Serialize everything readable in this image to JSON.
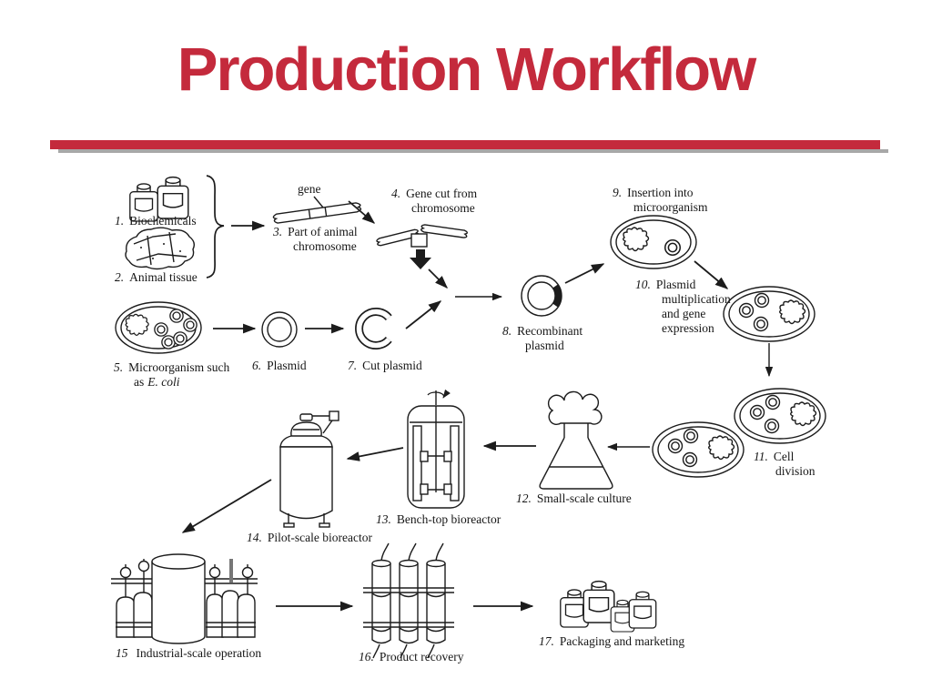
{
  "slide": {
    "title": "Production Workflow",
    "accent_color": "#c42a3c",
    "shadow_color": "#a8a8a8"
  },
  "diagram": {
    "gene_label": "gene",
    "steps": [
      {
        "num": "1.",
        "lines": [
          "Biochemicals"
        ]
      },
      {
        "num": "2.",
        "lines": [
          "Animal tissue"
        ]
      },
      {
        "num": "3.",
        "lines": [
          "Part of animal",
          "chromosome"
        ]
      },
      {
        "num": "4.",
        "lines": [
          "Gene cut from",
          "chromosome"
        ]
      },
      {
        "num": "5.",
        "lines": [
          "Microorganism such"
        ],
        "line2_prefix": "as",
        "line2_italic": "E. coli"
      },
      {
        "num": "6.",
        "lines": [
          "Plasmid"
        ]
      },
      {
        "num": "7.",
        "lines": [
          "Cut plasmid"
        ]
      },
      {
        "num": "8.",
        "lines": [
          "Recombinant",
          "plasmid"
        ]
      },
      {
        "num": "9.",
        "lines": [
          "Insertion into",
          "microorganism"
        ]
      },
      {
        "num": "10.",
        "lines": [
          "Plasmid",
          "multiplication",
          "and gene",
          "expression"
        ]
      },
      {
        "num": "11.",
        "lines": [
          "Cell",
          "division"
        ]
      },
      {
        "num": "12.",
        "lines": [
          "Small-scale culture"
        ]
      },
      {
        "num": "13.",
        "lines": [
          "Bench-top bioreactor"
        ]
      },
      {
        "num": "14.",
        "lines": [
          "Pilot-scale bioreactor"
        ]
      },
      {
        "num": "15",
        "lines": [
          "Industrial-scale operation"
        ]
      },
      {
        "num": "16.",
        "lines": [
          "Product recovery"
        ]
      },
      {
        "num": "17.",
        "lines": [
          "Packaging and marketing"
        ]
      }
    ]
  }
}
